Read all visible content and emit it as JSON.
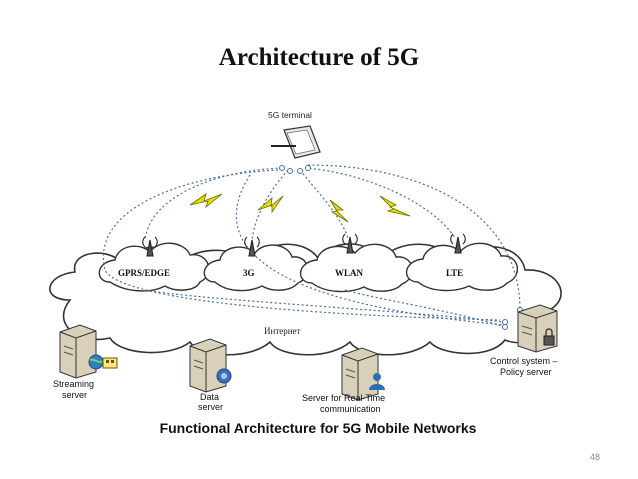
{
  "slide": {
    "title": "Architecture of 5G",
    "page_number": "48"
  },
  "diagram": {
    "terminal_label": "5G terminal",
    "clouds": [
      "GPRS/EDGE",
      "3G",
      "WLAN",
      "LTE"
    ],
    "internet_label": "Интернет",
    "servers": {
      "streaming": [
        "Streaming",
        "server"
      ],
      "data": [
        "Data",
        "server"
      ],
      "realtime": [
        "Server for Real-Time",
        "communication"
      ],
      "control": [
        "Control system –",
        "Policy server"
      ]
    },
    "caption": "Functional Architecture for 5G Mobile Networks"
  },
  "colors": {
    "dotted_link": "#4a6fa8",
    "lightning": "#d8d800",
    "server_body": "#d8d0b8",
    "cloud_outline": "#333333"
  }
}
